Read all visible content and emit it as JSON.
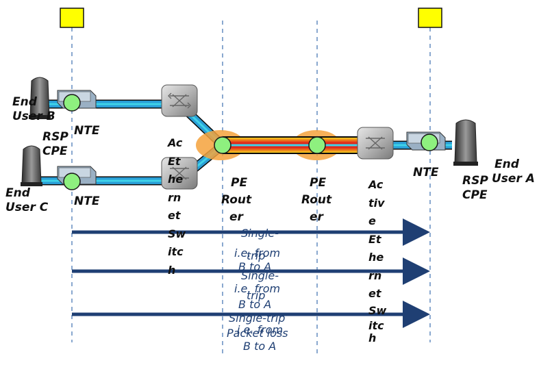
{
  "labels": {
    "end_user_b": [
      "End",
      "User B"
    ],
    "end_user_c": [
      "End",
      "User C"
    ],
    "end_user_a": [
      "End",
      "User A"
    ],
    "rsp_cpe_left": [
      "RSP",
      "CPE"
    ],
    "rsp_cpe_right": [
      "RSP",
      "CPE"
    ],
    "nte_b": "NTE",
    "nte_c": "NTE",
    "nte_a": "NTE",
    "pe_router_1": [
      "PE",
      "Rout",
      "er"
    ],
    "pe_router_2": [
      "PE",
      "Rout",
      "er"
    ]
  },
  "active_ethernet_switch_1": [
    "Ac",
    "",
    "Et",
    "he",
    "rn",
    "et",
    "Sw",
    "itc",
    "h"
  ],
  "active_ethernet_switch_2": [
    "Ac",
    "tiv",
    "e",
    "Et",
    "he",
    "rn",
    "et",
    "Sw",
    "itc",
    "h"
  ],
  "measurements": [
    {
      "line1": "Single-",
      "line2": "i.e. from",
      "line3": "trip",
      "line4": "B to A"
    },
    {
      "line1": "Single-",
      "line2": "i.e. from",
      "line3": "trip",
      "line4": "B to A"
    },
    {
      "line1": "Single-trip",
      "line2": "Packet loss",
      "line3": "i.e. from",
      "line4": "B to A"
    }
  ],
  "colors": {
    "link_blue": "#2a9fd6",
    "link_cyan": "#3fd3e8",
    "trunk_red": "#e0261b",
    "trunk_yellow": "#f5d01e",
    "node_green": "#8ef07f",
    "marker_yellow": "#ffff00",
    "arrow_navy": "#1f3f73",
    "dashed_blue": "#4a7ab5",
    "router_orange": "#f4a23c"
  }
}
